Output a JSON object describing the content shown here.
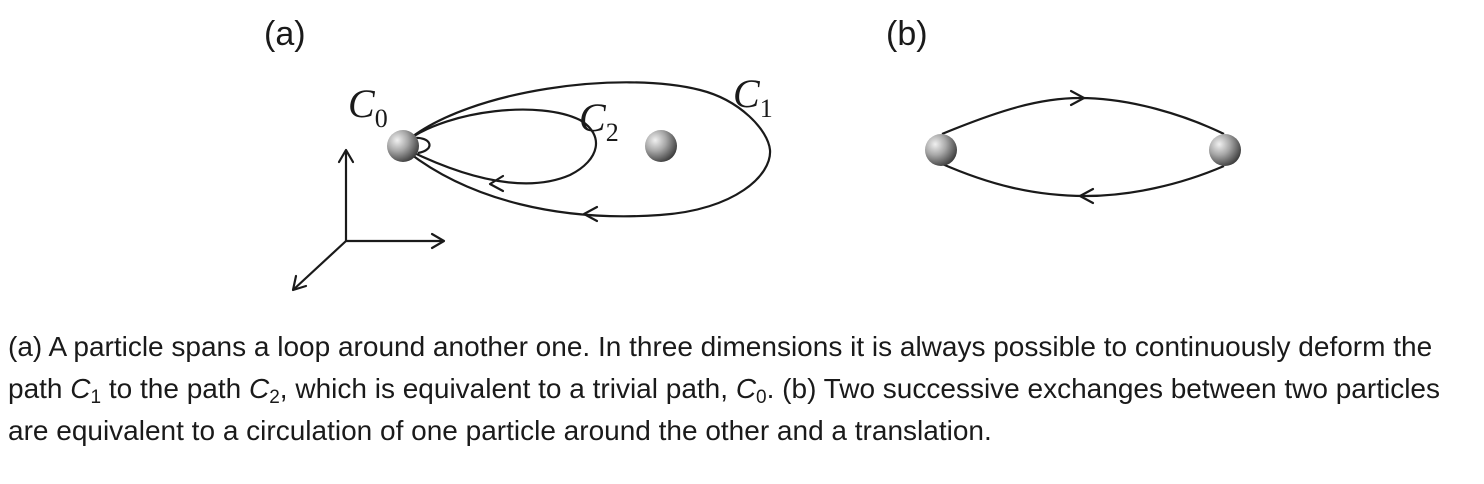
{
  "panels": {
    "a": {
      "label": "(a)"
    },
    "b": {
      "label": "(b)"
    }
  },
  "curves": {
    "c0": {
      "letter": "C",
      "subscript": "0"
    },
    "c1": {
      "letter": "C",
      "subscript": "1"
    },
    "c2": {
      "letter": "C",
      "subscript": "2"
    }
  },
  "caption": {
    "part1": "(a) A particle spans a loop around another one. In three dimensions it is always possible to continuously deform the path ",
    "c1_letter": "C",
    "c1_sub": "1",
    "part2": " to the path ",
    "c2_letter": "C",
    "c2_sub": "2",
    "part3": ", which is equivalent to a trivial path, ",
    "c0_letter": "C",
    "c0_sub": "0",
    "part4": ". (b) Two successive exchanges between two particles are equivalent to a circulation of one particle around the other and a translation."
  },
  "colors": {
    "ink": "#1a1a1a",
    "particle_light": "#e8e8e8",
    "particle_dark": "#3c3c3c"
  }
}
